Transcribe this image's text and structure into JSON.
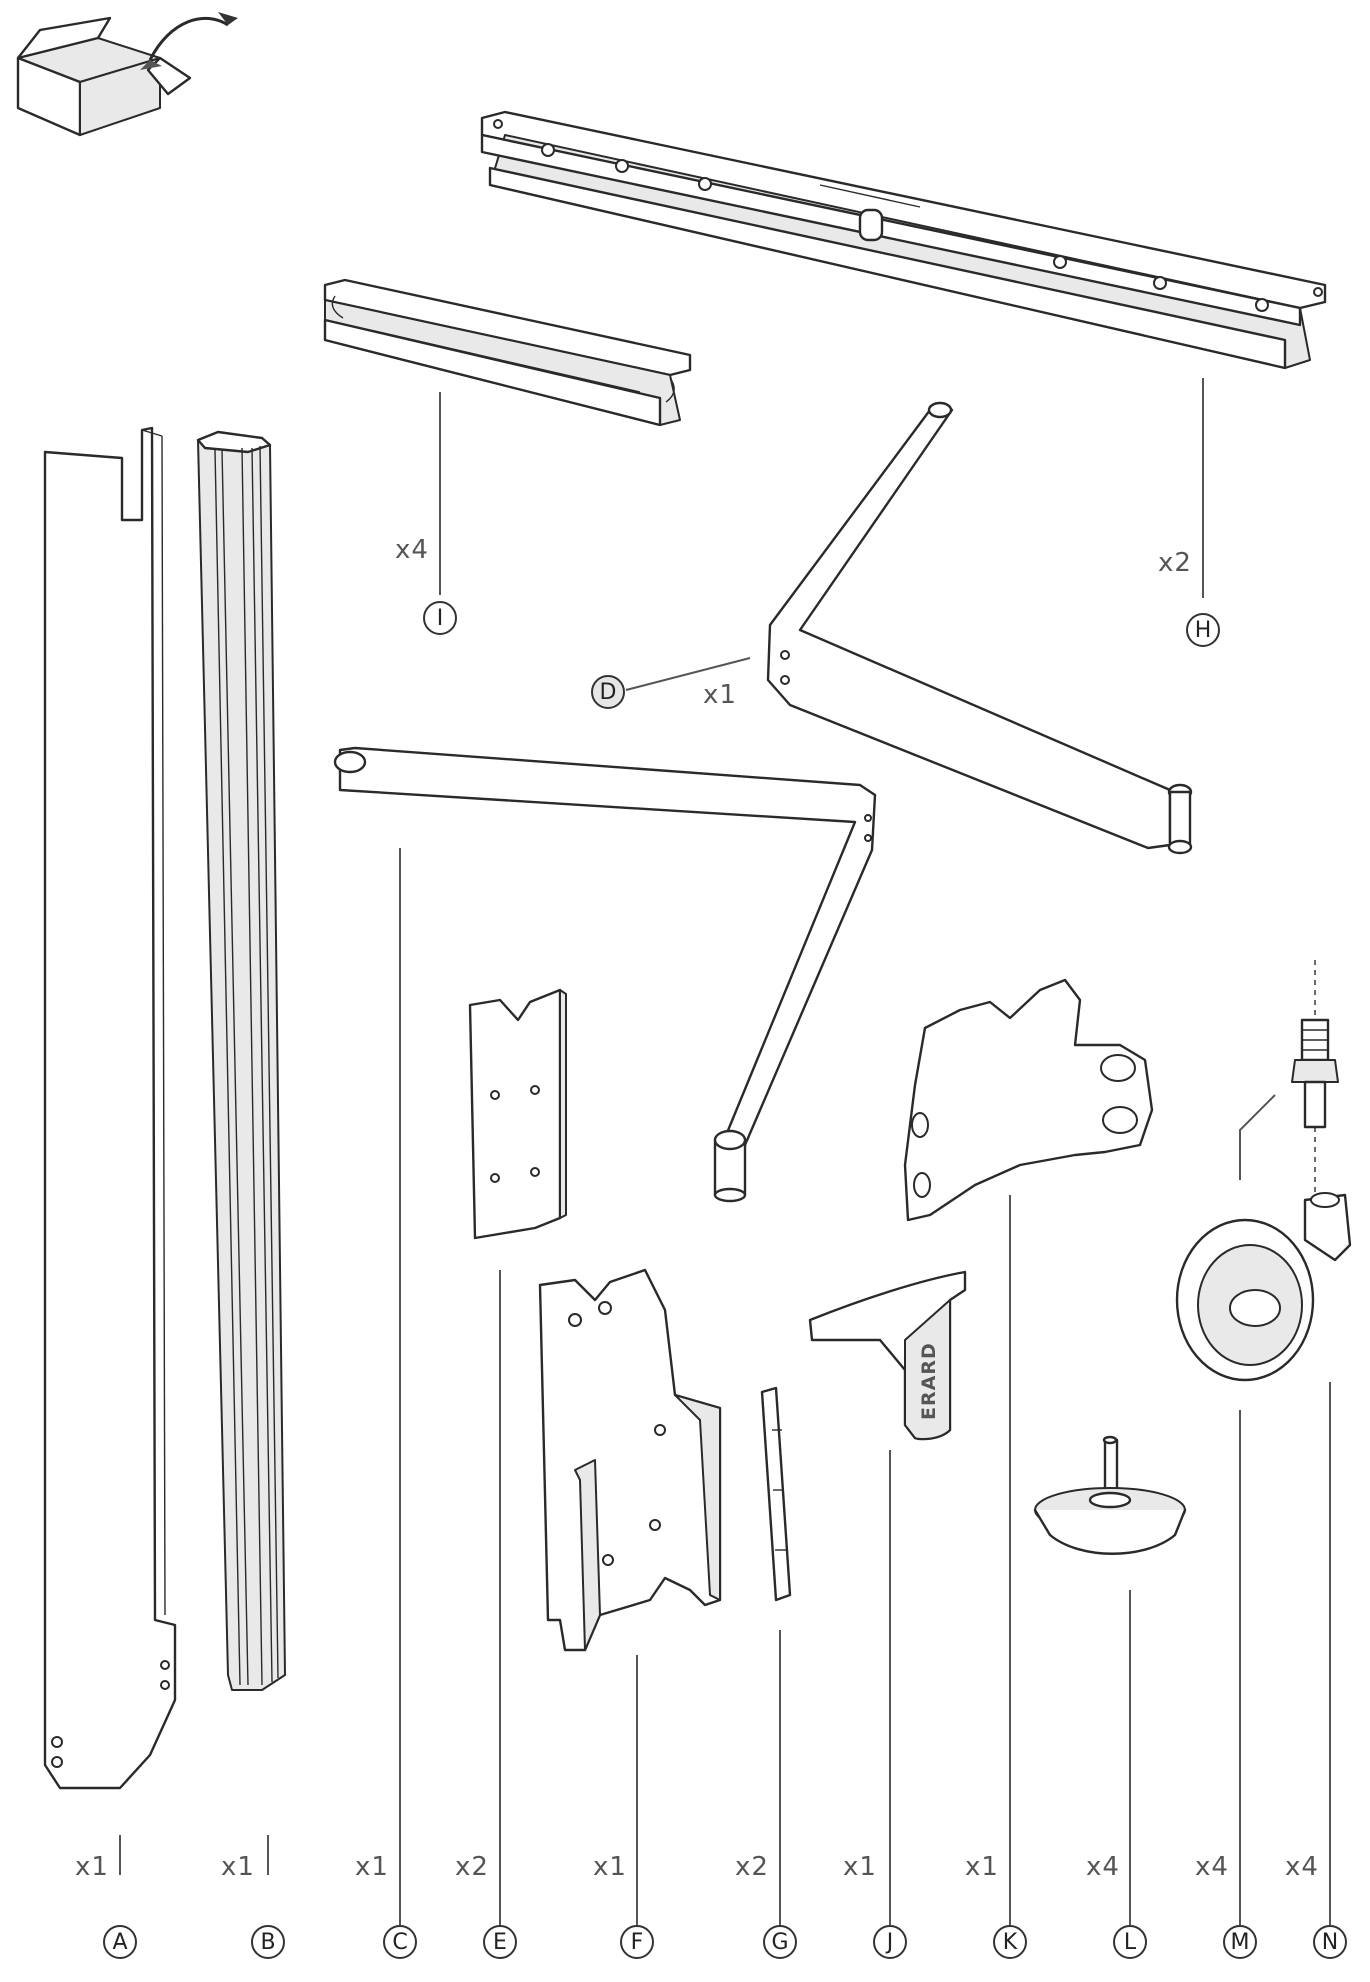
{
  "parts": [
    {
      "id": "A",
      "qty": "x1"
    },
    {
      "id": "B",
      "qty": "x1"
    },
    {
      "id": "C",
      "qty": "x1"
    },
    {
      "id": "D",
      "qty": "x1"
    },
    {
      "id": "E",
      "qty": "x2"
    },
    {
      "id": "F",
      "qty": "x1"
    },
    {
      "id": "G",
      "qty": "x2"
    },
    {
      "id": "H",
      "qty": "x2"
    },
    {
      "id": "I",
      "qty": "x4"
    },
    {
      "id": "J",
      "qty": "x1"
    },
    {
      "id": "K",
      "qty": "x1"
    },
    {
      "id": "L",
      "qty": "x4"
    },
    {
      "id": "M",
      "qty": "x4"
    },
    {
      "id": "N",
      "qty": "x4"
    }
  ],
  "brand_mark": "ERARD"
}
